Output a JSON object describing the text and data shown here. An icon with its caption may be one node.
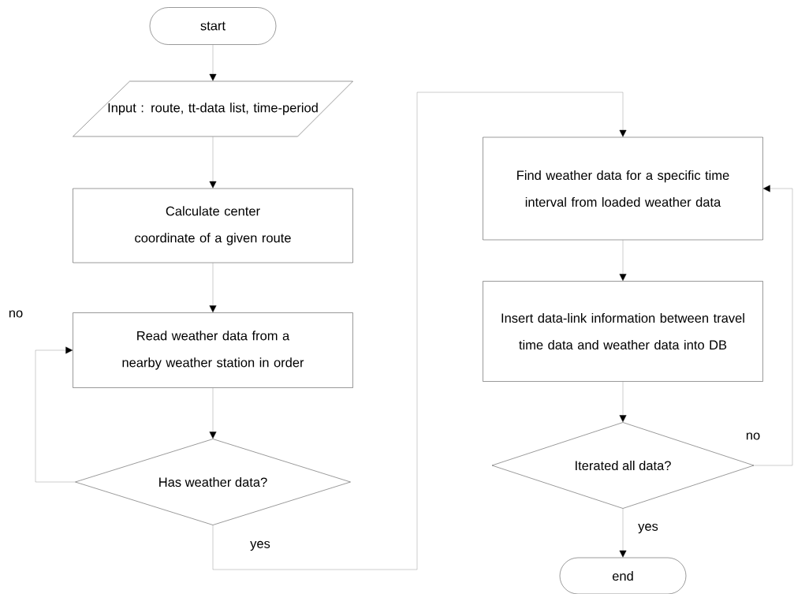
{
  "diagram": {
    "nodes": [
      {
        "text": [
          "start"
        ]
      },
      {
        "text": [
          "Input : route,  tt-data list, time-period"
        ]
      },
      {
        "text": [
          "Calculate center coordinate of a given route"
        ]
      },
      {
        "text": [
          "Read weather data from a nearby weather station in order"
        ]
      },
      {
        "text": [
          "Has weather data?"
        ]
      },
      {
        "text": [
          "Find weather data for a specific time interval from loaded weather data"
        ]
      },
      {
        "text": [
          "Insert data-link information between travel time data and weather data into DB"
        ]
      },
      {
        "text": [
          "Iterated all data?"
        ]
      },
      {
        "text": [
          "end"
        ]
      }
    ],
    "edges": [
      {
        "from": 0,
        "to": 1,
        "arrow": "to"
      },
      {
        "from": 1,
        "to": 2,
        "arrow": "to"
      },
      {
        "from": 2,
        "to": 3,
        "arrow": "to"
      },
      {
        "from": 3,
        "to": 4,
        "arrow": "to"
      },
      {
        "from": 4,
        "to": 3,
        "arrow": "to",
        "label": "no"
      },
      {
        "from": 4,
        "to": 5,
        "arrow": "to",
        "label": "yes"
      },
      {
        "from": 5,
        "to": 6,
        "arrow": "to"
      },
      {
        "from": 6,
        "to": 7,
        "arrow": "to"
      },
      {
        "from": 7,
        "to": 8,
        "arrow": "to",
        "label": "yes"
      },
      {
        "from": 7,
        "to": 5,
        "arrow": "to",
        "label": "no"
      }
    ]
  }
}
